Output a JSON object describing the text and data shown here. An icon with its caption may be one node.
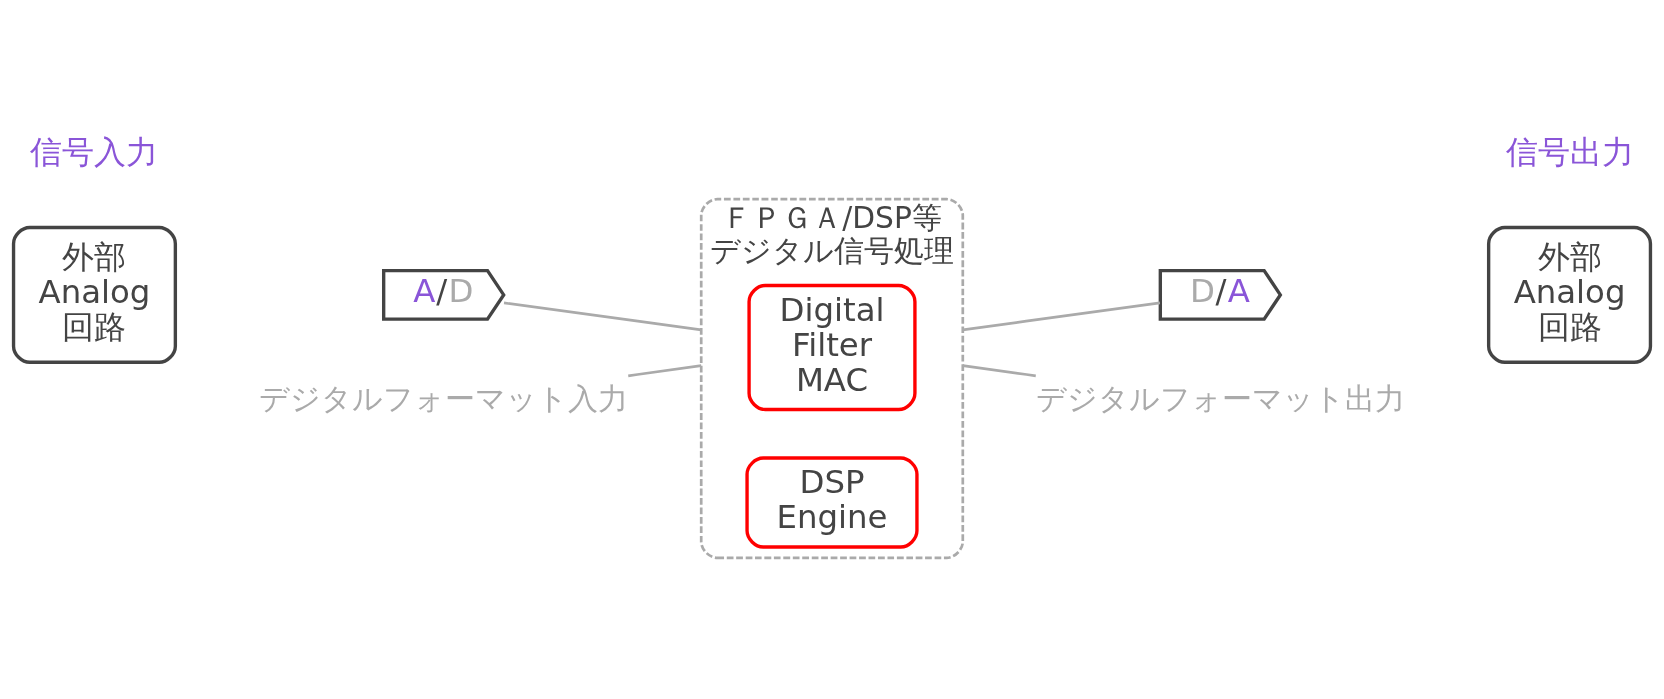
{
  "diagram": {
    "nodes": [
      {
        "text": [
          "外部 Analog 回路"
        ]
      },
      {
        "text": [
          "A/D"
        ]
      },
      {
        "text": [
          "ＦＰＧＡ/DSP等",
          "デジタル信号処理"
        ]
      },
      {
        "text": [
          "Digital Filter MAC"
        ],
        "in": 2
      },
      {
        "text": [
          "DSP Engine"
        ],
        "in": 2
      },
      {
        "text": [
          "D/A"
        ]
      },
      {
        "text": [
          "外部 Analog 回路"
        ]
      },
      {
        "text": [
          "デジタルフォーマット入力"
        ]
      },
      {
        "text": [
          "デジタルフォーマット出力"
        ]
      }
    ],
    "edges": [
      {
        "from": 1,
        "to": 2,
        "arrow": "none"
      },
      {
        "from": 2,
        "to": 5,
        "arrow": "none"
      },
      {
        "from": 7,
        "to": 2,
        "arrow": "none"
      },
      {
        "from": 8,
        "to": 2,
        "arrow": "none"
      }
    ],
    "labels": [
      "信号入力",
      "信号出力"
    ]
  }
}
